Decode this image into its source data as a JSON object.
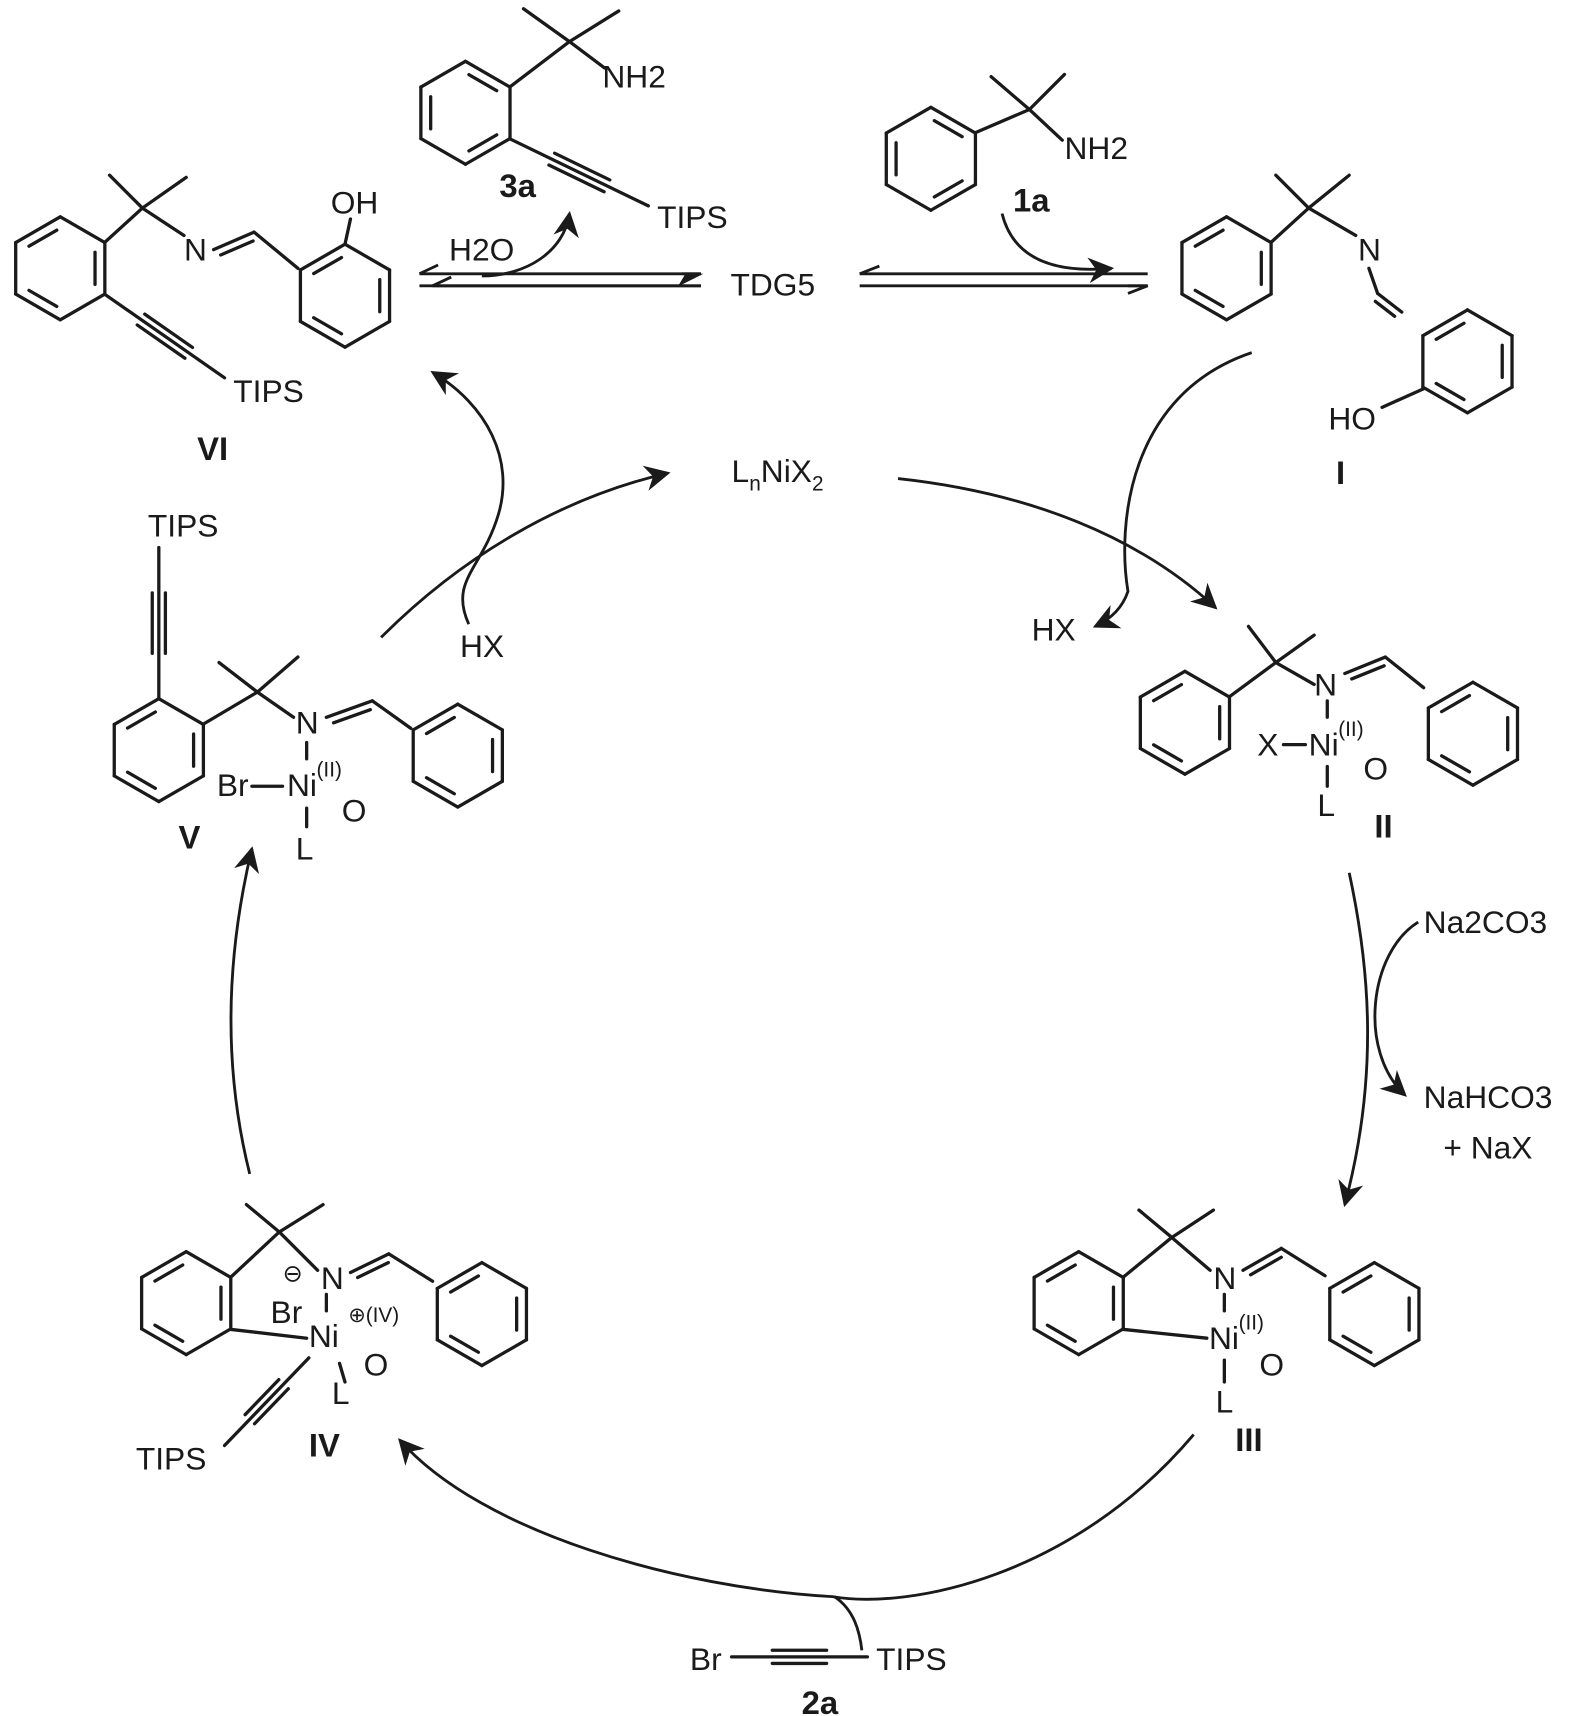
{
  "center": {
    "tdg": "TDG5",
    "catalyst": "LnNiX2",
    "catalyst_sub_n": "n",
    "catalyst_sub_2": "2",
    "catalyst_L": "L",
    "catalyst_NiX": "NiX"
  },
  "reagents": {
    "water": "H2O",
    "hx_left": "HX",
    "hx_right": "HX",
    "base": "Na2CO3",
    "byproduct1": "NaHCO3",
    "byproduct2": "+ NaX"
  },
  "compounds": {
    "c3a": {
      "label": "3a",
      "nh2": "NH2",
      "tips": "TIPS"
    },
    "c1a": {
      "label": "1a",
      "nh2": "NH2"
    },
    "c2a": {
      "label": "2a",
      "br": "Br",
      "tips": "TIPS"
    },
    "I": {
      "label": "I",
      "n": "N",
      "oh": "HO"
    },
    "II": {
      "label": "II",
      "n": "N",
      "ni": "Ni",
      "ox": "(II)",
      "x": "X",
      "o": "O",
      "l": "L"
    },
    "III": {
      "label": "III",
      "n": "N",
      "ni": "Ni",
      "ox": "(II)",
      "o": "O",
      "l": "L"
    },
    "IV": {
      "label": "IV",
      "n": "N",
      "ni": "Ni",
      "ox": "⊕(IV)",
      "minus": "⊖",
      "br": "Br",
      "o": "O",
      "l": "L",
      "tips": "TIPS"
    },
    "V": {
      "label": "V",
      "n": "N",
      "ni": "Ni",
      "ox": "(II)",
      "br": "Br",
      "o": "O",
      "l": "L",
      "tips": "TIPS"
    },
    "VI": {
      "label": "VI",
      "n": "N",
      "oh": "OH",
      "tips": "TIPS"
    }
  }
}
